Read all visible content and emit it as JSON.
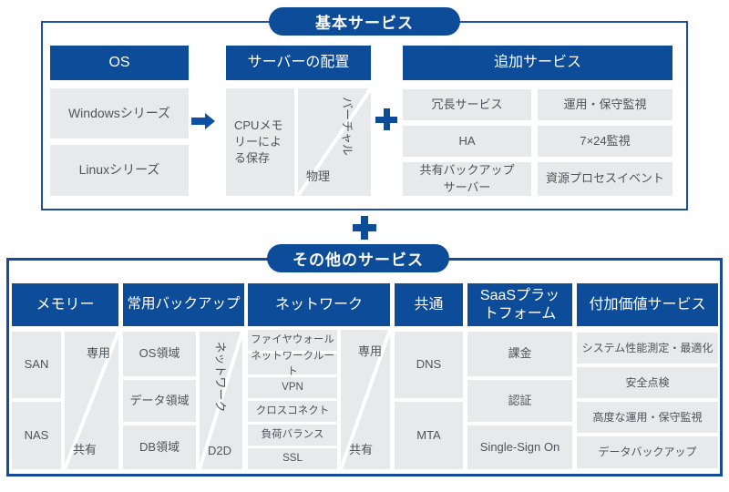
{
  "colors": {
    "blue": "#0d4c98",
    "border_blue": "#1d4f9e",
    "cell_bg": "#e8e9eb",
    "cell_text": "#4d545b"
  },
  "basic_section": {
    "title": "基本サービス",
    "os": {
      "header": "OS",
      "items": [
        "Windowsシリーズ",
        "Linuxシリーズ"
      ]
    },
    "placement": {
      "header": "サーバーの配置",
      "cpu_cell": "CPUメモリーによる保存",
      "virtual_label": "バーチャル",
      "physical_label": "物理"
    },
    "additional": {
      "header": "追加サービス",
      "rows": [
        [
          "冗長サービス",
          "運用・保守監視"
        ],
        [
          "HA",
          "7×24監視"
        ],
        [
          "共有バックアップサーバー",
          "資源プロセスイベント"
        ]
      ]
    }
  },
  "other_section": {
    "title": "その他のサービス",
    "memory": {
      "header": "メモリー",
      "items": [
        "SAN",
        "NAS"
      ],
      "diagonal": {
        "top": "専用",
        "bottom": "共有"
      }
    },
    "backup": {
      "header": "常用バックアップ",
      "items": [
        "OS領域",
        "データ領域",
        "DB領域"
      ],
      "diagonal": {
        "top": "ネットワーク",
        "bottom": "D2D"
      }
    },
    "network": {
      "header": "ネットワーク",
      "items": [
        "ファイヤウォール",
        "ネットワークルート",
        "VPN",
        "クロスコネクト",
        "負荷バランス",
        "SSL"
      ],
      "diagonal": {
        "top": "専用",
        "bottom": "共有"
      }
    },
    "common": {
      "header": "共通",
      "items": [
        "DNS",
        "MTA"
      ]
    },
    "saas": {
      "header": "SaaSプラットフォーム",
      "items": [
        "課金",
        "認証",
        "Single-Sign On"
      ]
    },
    "value_added": {
      "header": "付加価値サービス",
      "items": [
        "システム性能測定・最適化",
        "安全点検",
        "高度な運用・保守監視",
        "データバックアップ"
      ]
    }
  }
}
